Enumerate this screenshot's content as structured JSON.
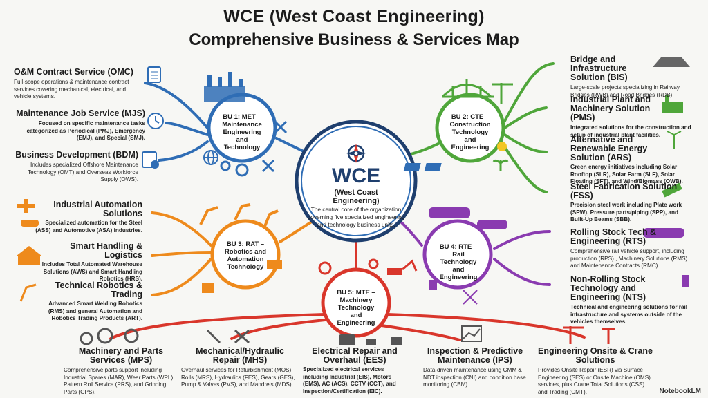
{
  "title_line1": "WCE (West Coast Engineering)",
  "title_line2": "Comprehensive Business & Services Map",
  "center": {
    "abbr": "WCE",
    "name": "(West Coast Engineering)",
    "desc": "The central core of the organization governing five specialized engineering and technology  business units."
  },
  "units": {
    "bu1": "BU 1: MET – Maintenance Engineering and Technology",
    "bu2": "BU 2: CTE – Construction Technology and Engineering",
    "bu3": "BU 3: RAT – Robotics and Automation Technology",
    "bu4": "BU 4: RTE – Rail Technology and Engineering",
    "bu5": "BU 5: MTE – Machinery Technology and Engineering"
  },
  "services": {
    "omc": {
      "title": "O&M Contract Service (OMC)",
      "desc": "Full-scope operations & maintenance contract services covering mechanical, electrical, and vehicle systems."
    },
    "mjs": {
      "title": "Maintenance Job Service (MJS)",
      "desc": "Focused on specific maintenance tasks categorized as Periodical (PMJ), Emergency (EMJ), and Special (SMJ)."
    },
    "bdm": {
      "title": "Business Development (BDM)",
      "desc": "Includes specialized Offshore Maintenance Technology (OMT) and Overseas Workforce Supply (OWS)."
    },
    "bis": {
      "title": "Bridge and Infrastructure Solution (BIS)",
      "desc": "Large-scale projects specializing in Railway Bridges (RWB) and Road Bridges (RDB)."
    },
    "pms": {
      "title": "Industrial Plant and Machinery Solution (PMS)",
      "desc": "Integrated solutions for the construction and setup of industrial plant facilities."
    },
    "ars": {
      "title": "Alternative and Renewable Energy Solution (ARS)",
      "desc": "Green energy initiatives including Solar Rooftop (SLR), Solar Farm (SLF), Solar Floating (SFT), and Wind/Biomass (OWB)."
    },
    "fss": {
      "title": "Steel Fabrication Solution (FSS)",
      "desc": "Precision steel work including Plate work (SPW), Pressure parts/piping (SPP), and Built-Up Beams (SBB)."
    },
    "ias": {
      "title": "Industrial Automation Solutions",
      "desc": "Specialized automation for the Steel (ASS) and Automotive (ASA) industries."
    },
    "shl": {
      "title": "Smart Handling & Logistics",
      "desc": "Includes Total Automated Warehouse Solutions (AWS) and Smart Handling Robotics (HRS)."
    },
    "trt": {
      "title": "Technical Robotics & Trading",
      "desc": "Advanced Smart Welding Robotics (RMS) and general Automation and Robotics Trading Products (ART)."
    },
    "rts": {
      "title": "Rolling Stock Tech & Engineering (RTS)",
      "desc": "Comprehensive rail vehicle support, including production (RPS) , Machinery Solutions (RMS) and Maintenance  Contracts (RMC)"
    },
    "nts": {
      "title": "Non-Rolling Stock Technology and Engineering (NTS)",
      "desc": "Technical and engineering solutions for rail infrastructure and systems outside of the vehicles themselves."
    },
    "mps": {
      "title": "Machinery and Parts Services (MPS)",
      "desc": "Comprehensive parts support including Industrial Spares (MAR), Wear Parts (WPL) Pattern Roll Service (PRS), and Grinding Parts (GPS)."
    },
    "mhs": {
      "title": "Mechanical/Hydraulic Repair (MHS)",
      "desc": "Overhaul services for Refurbishment (MOS), Rolls (MRS), Hydraulics (FES), Gears (GES), Pump & Valves (PVS), and Mandrels (MDS)."
    },
    "ees": {
      "title": "Electrical Repair and Overhaul (EES)",
      "desc": "Specialized electrical services including Industrial (EIS), Motors (EMS), AC (ACS), CCTV (CCT), and Inspection/Certification (EIC)."
    },
    "ips": {
      "title": "Inspection & Predictive Maintenance (IPS)",
      "desc": "Data-driven maintenance using CMM & NDT inspection (CNI) and condition base monitoring (CBM)."
    },
    "ecs": {
      "title": "Engineering Onsite & Crane Solutions",
      "desc": "Provides Onsite Repair (ESR) via Surface Engineering (SES) or Onsite Machine (OMS) services, plus Crane Total Solutions (CSS) and Trading (CMT)."
    }
  },
  "watermark": "NotebookLM",
  "colors": {
    "bu1": "#2f6db5",
    "bu2": "#4fa63a",
    "bu3": "#ee8a1c",
    "bu4": "#8a3bb0",
    "bu5": "#d9362b",
    "core": "#1f3f6e"
  }
}
